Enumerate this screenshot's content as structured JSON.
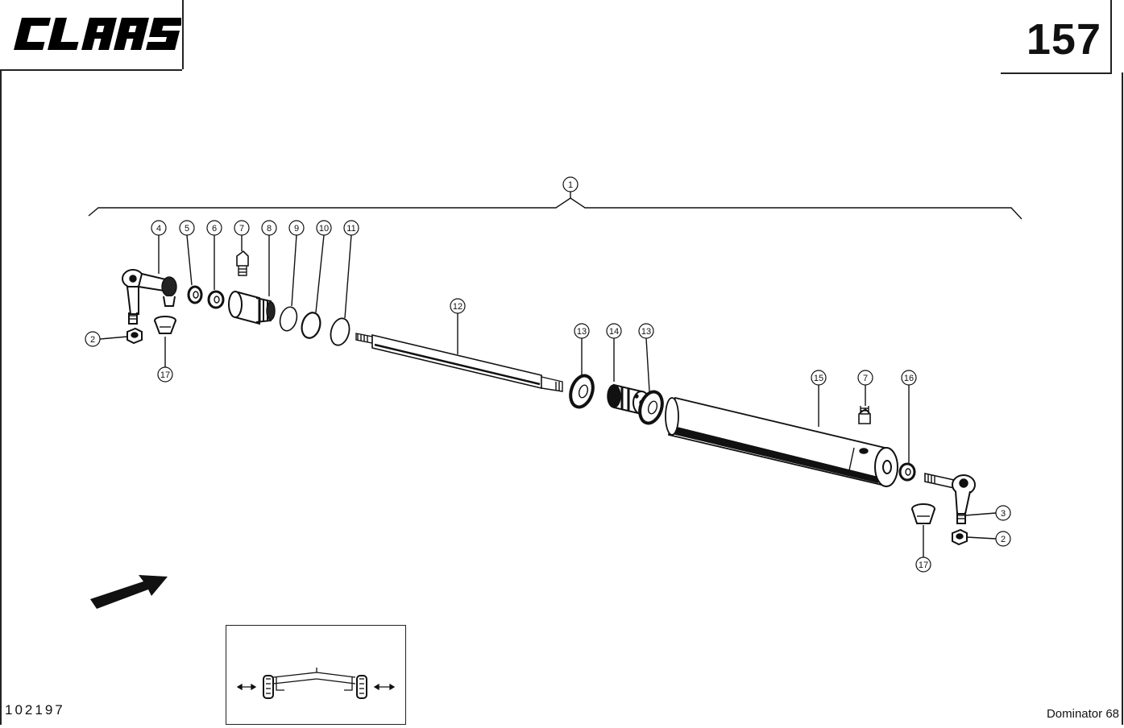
{
  "header": {
    "brand": "CLAAS",
    "page_number": "157"
  },
  "footer": {
    "drawing_number": "102197",
    "model": "Dominator 68"
  },
  "callouts": [
    {
      "id": "assembly",
      "label": "1"
    },
    {
      "id": "nut-left",
      "label": "2"
    },
    {
      "id": "nut-right",
      "label": "2"
    },
    {
      "id": "tie-rod-end-right",
      "label": "3"
    },
    {
      "id": "tie-rod-end-left",
      "label": "4"
    },
    {
      "id": "washer-5",
      "label": "5"
    },
    {
      "id": "washer-6",
      "label": "6"
    },
    {
      "id": "grease-nipple-left",
      "label": "7"
    },
    {
      "id": "grease-nipple-right",
      "label": "7"
    },
    {
      "id": "gland-nut",
      "label": "8"
    },
    {
      "id": "o-ring-9",
      "label": "9"
    },
    {
      "id": "o-ring-10",
      "label": "10"
    },
    {
      "id": "o-ring-11",
      "label": "11"
    },
    {
      "id": "piston-rod",
      "label": "12"
    },
    {
      "id": "seal-left",
      "label": "13"
    },
    {
      "id": "seal-right",
      "label": "13"
    },
    {
      "id": "piston",
      "label": "14"
    },
    {
      "id": "cylinder-tube",
      "label": "15"
    },
    {
      "id": "nut-16",
      "label": "16"
    },
    {
      "id": "dust-cap-left",
      "label": "17"
    },
    {
      "id": "dust-cap-right",
      "label": "17"
    }
  ]
}
